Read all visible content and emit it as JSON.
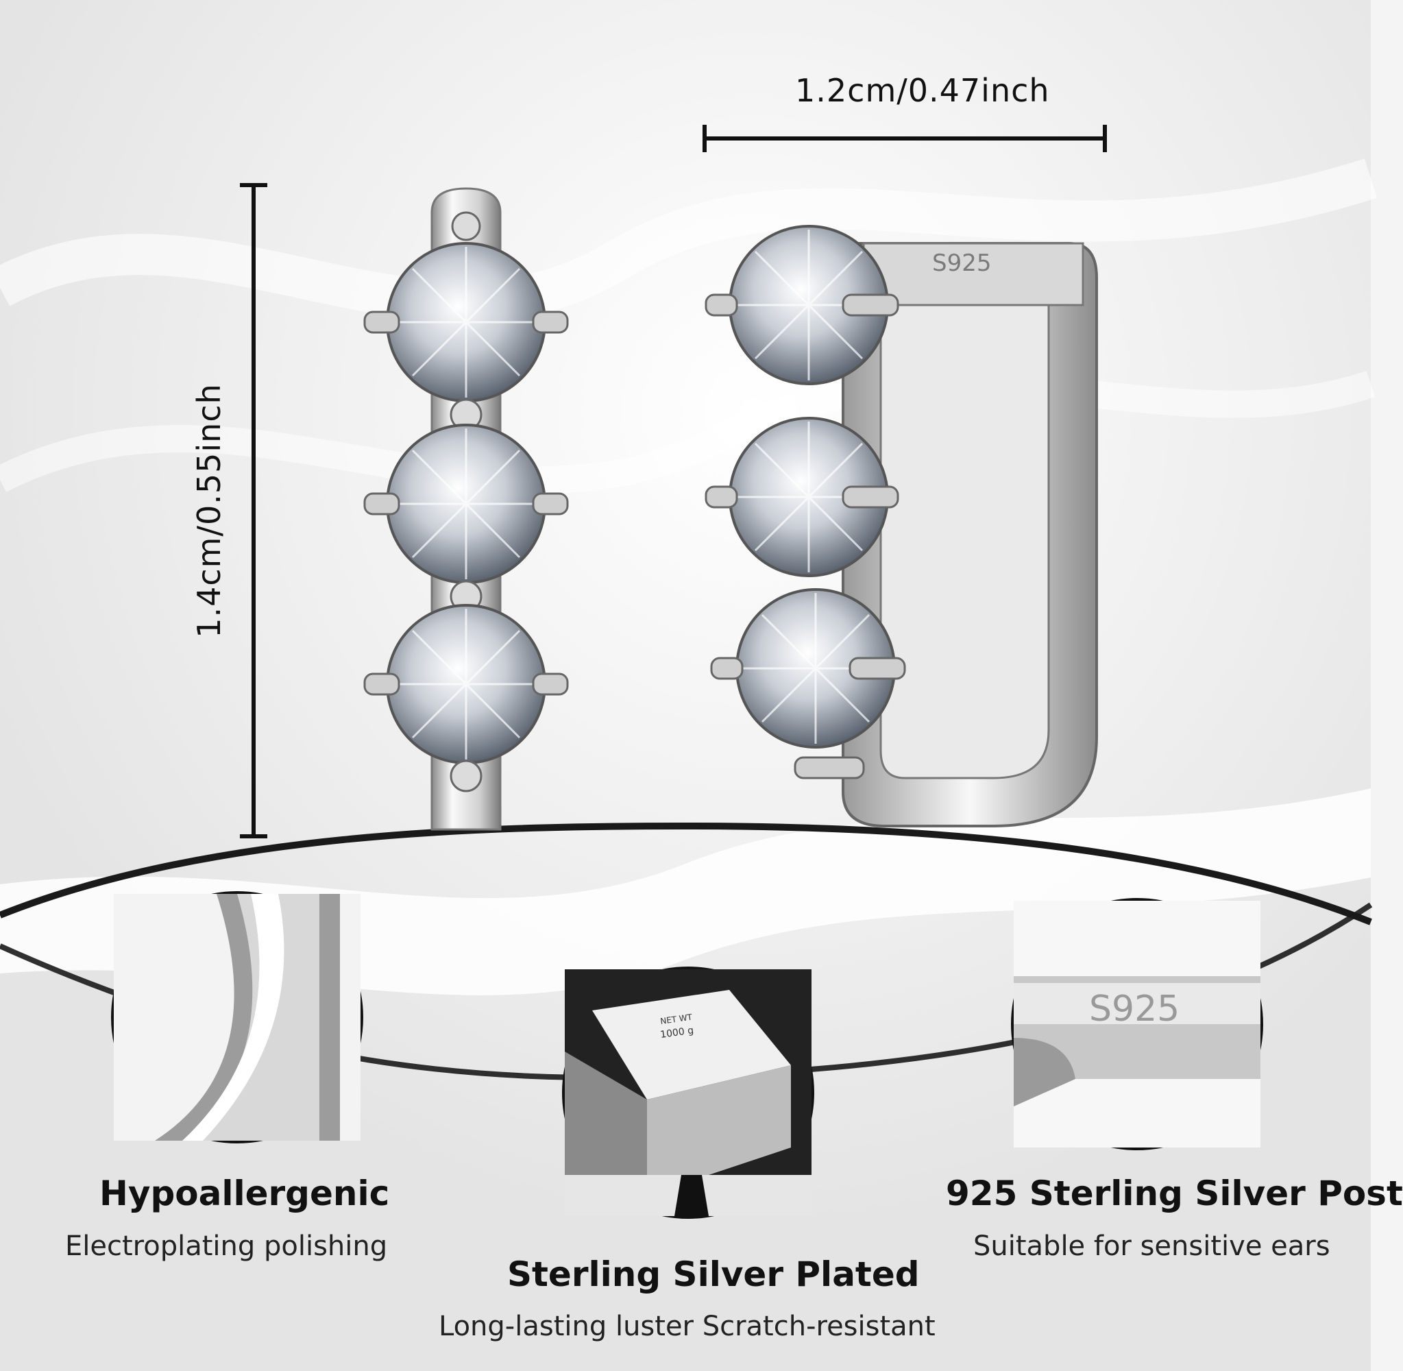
{
  "dimensions": {
    "width_label": "1.2cm/0.47inch",
    "height_label": "1.4cm/0.55inch"
  },
  "engraving": {
    "earring_stamp": "S925",
    "closeup_stamp": "S925",
    "bar_stamp_line1": "NET WT",
    "bar_stamp_line2": "1000 g"
  },
  "features": [
    {
      "title": "Hypoallergenic",
      "subtitle": "Electroplating polishing"
    },
    {
      "title": "Sterling Silver Plated",
      "subtitle": "Long-lasting luster Scratch-resistant"
    },
    {
      "title": "925 Sterling Silver Post",
      "subtitle": "Suitable for sensitive ears"
    }
  ],
  "colors": {
    "silver_light": "#f5f5f5",
    "silver_mid": "#bdbdbd",
    "silver_dark": "#6e6e6e",
    "line": "#111111"
  }
}
